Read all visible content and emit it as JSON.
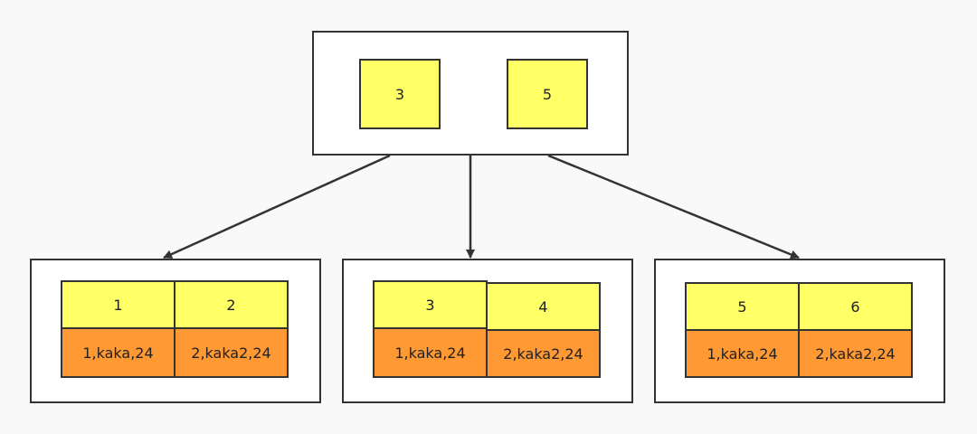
{
  "colors": {
    "background": "#f9f9f9",
    "key_fill": "#ffff66",
    "value_fill": "#ff9933",
    "stroke": "#333333"
  },
  "root": {
    "keys": [
      "3",
      "5"
    ]
  },
  "leaves": [
    {
      "keys": [
        "1",
        "2"
      ],
      "values": [
        "1,kaka,24",
        "2,kaka2,24"
      ]
    },
    {
      "keys": [
        "3",
        "4"
      ],
      "values": [
        "1,kaka,24",
        "2,kaka2,24"
      ]
    },
    {
      "keys": [
        "5",
        "6"
      ],
      "values": [
        "1,kaka,24",
        "2,kaka2,24"
      ]
    }
  ]
}
